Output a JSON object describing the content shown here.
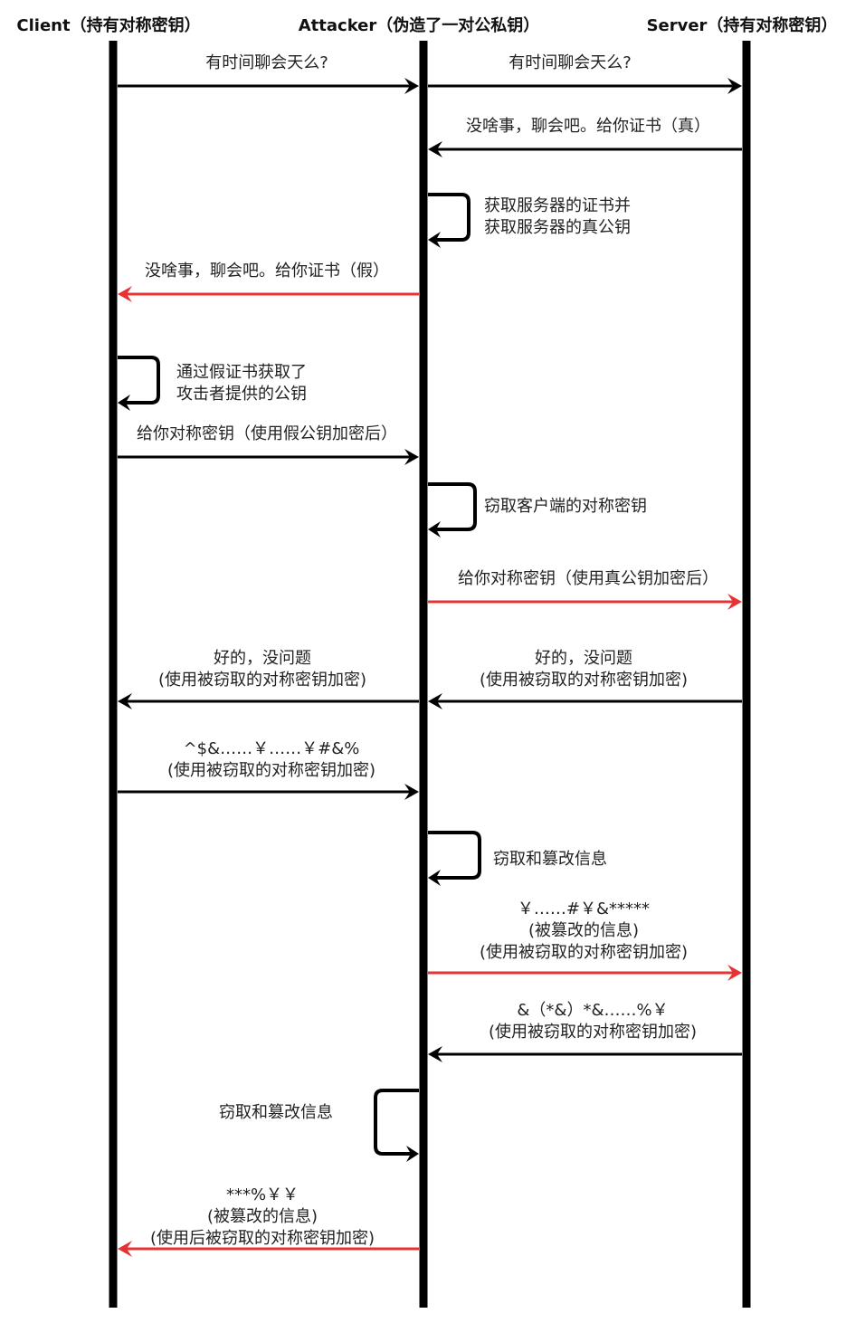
{
  "participants": [
    {
      "id": "client",
      "label": "Client（持有对称密钥）"
    },
    {
      "id": "attacker",
      "label": "Attacker（伪造了一对公私钥）"
    },
    {
      "id": "server",
      "label": "Server（持有对称密钥）"
    }
  ],
  "colors": {
    "normal": "#000000",
    "attack": "#e53333"
  },
  "messages": [
    {
      "from": "client",
      "to": "attacker",
      "color": "normal",
      "lines": [
        "有时间聊会天么?"
      ]
    },
    {
      "from": "attacker",
      "to": "server",
      "color": "normal",
      "lines": [
        "有时间聊会天么?"
      ]
    },
    {
      "from": "server",
      "to": "attacker",
      "color": "normal",
      "lines": [
        "没啥事，聊会吧。给你证书（真）"
      ]
    },
    {
      "from": "attacker",
      "to": "attacker",
      "color": "normal",
      "lines": [
        "获取服务器的证书并",
        "获取服务器的真公钥"
      ]
    },
    {
      "from": "attacker",
      "to": "client",
      "color": "attack",
      "lines": [
        "没啥事，聊会吧。给你证书（假）"
      ]
    },
    {
      "from": "client",
      "to": "client",
      "color": "normal",
      "lines": [
        "通过假证书获取了",
        "攻击者提供的公钥"
      ]
    },
    {
      "from": "client",
      "to": "attacker",
      "color": "normal",
      "lines": [
        "给你对称密钥（使用假公钥加密后）"
      ]
    },
    {
      "from": "attacker",
      "to": "attacker",
      "color": "normal",
      "lines": [
        "窃取客户端的对称密钥"
      ]
    },
    {
      "from": "attacker",
      "to": "server",
      "color": "attack",
      "lines": [
        "给你对称密钥（使用真公钥加密后）"
      ]
    },
    {
      "from": "attacker",
      "to": "client",
      "color": "normal",
      "lines": [
        "好的，没问题",
        "(使用被窃取的对称密钥加密)"
      ]
    },
    {
      "from": "server",
      "to": "attacker",
      "color": "normal",
      "lines": [
        "好的，没问题",
        "(使用被窃取的对称密钥加密)"
      ]
    },
    {
      "from": "client",
      "to": "attacker",
      "color": "normal",
      "lines": [
        "^$&……￥……￥#&%",
        "(使用被窃取的对称密钥加密)"
      ]
    },
    {
      "from": "attacker",
      "to": "attacker",
      "color": "normal",
      "lines": [
        "窃取和篡改信息"
      ]
    },
    {
      "from": "attacker",
      "to": "server",
      "color": "attack",
      "lines": [
        "￥……#￥&*****",
        "(被篡改的信息)",
        "(使用被窃取的对称密钥加密)"
      ]
    },
    {
      "from": "server",
      "to": "attacker",
      "color": "normal",
      "lines": [
        "&（*&）*&……%￥",
        "(使用被窃取的对称密钥加密)"
      ]
    },
    {
      "from": "attacker",
      "to": "attacker",
      "color": "normal",
      "lines": [
        "窃取和篡改信息"
      ]
    },
    {
      "from": "attacker",
      "to": "client",
      "color": "attack",
      "lines": [
        "***%￥￥",
        "(被篡改的信息)",
        "(使用后被窃取的对称密钥加密)"
      ]
    }
  ]
}
